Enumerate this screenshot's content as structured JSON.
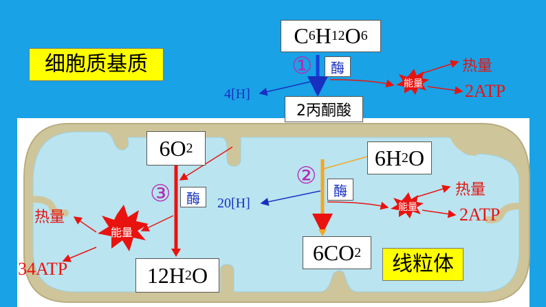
{
  "title_cytoplasm": "细胞质基质",
  "title_mito": "线粒体",
  "glucose": {
    "C": "C",
    "n6a": "6",
    "H": "H",
    "n12": "12",
    "O": "O",
    "n6b": "6"
  },
  "step1": "①",
  "step2": "②",
  "step3": "③",
  "enzyme": "酶",
  "pyruvate": "2丙酮酸",
  "h4": "4[H]",
  "h20": "20[H]",
  "heat": "热量",
  "energy": "能量",
  "atp2": "2ATP",
  "atp34": "34ATP",
  "o2": {
    "n": "6",
    "O": "O",
    "s": "2"
  },
  "h2o6": {
    "n": "6",
    "H": "H",
    "s": "2",
    "O": "O"
  },
  "co2": {
    "n": "6",
    "C": "CO",
    "s": "2"
  },
  "h2o12": {
    "n": "12",
    "H": "H",
    "s": "2",
    "O": "O"
  },
  "colors": {
    "background": "#19a2e6",
    "mito_matrix": "#b9e4f0",
    "membrane": "#cfc59a",
    "enzyme_text": "#1730c0",
    "red": "#e8130f",
    "orange": "#f5a623"
  }
}
